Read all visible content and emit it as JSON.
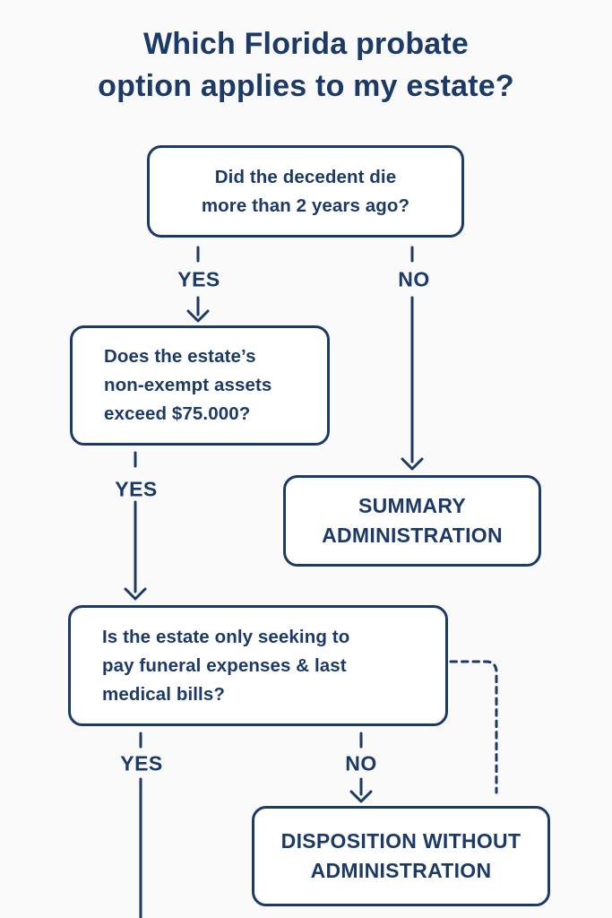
{
  "colors": {
    "navy": "#1c3a67",
    "background": "#fafafa",
    "box_fill": "#ffffff"
  },
  "title": {
    "line1": "Which Florida probate",
    "line2": "option applies to my estate?"
  },
  "nodes": {
    "q1": {
      "lines": [
        "Did the decedent die",
        "more than 2 years ago?"
      ]
    },
    "q2": {
      "lines": [
        "Does the estate’s",
        "non-exempt assets",
        "exceed $75.000?"
      ]
    },
    "q3": {
      "lines": [
        "Is the estate only seeking to",
        "pay funeral expenses & last",
        "medical bills?"
      ]
    },
    "summary": {
      "lines": [
        "SUMMARY",
        "ADMINISTRATION"
      ]
    },
    "disposition": {
      "lines": [
        "DISPOSITION WITHOUT",
        "ADMINISTRATION"
      ]
    }
  },
  "labels": {
    "q1_yes": "YES",
    "q1_no": "NO",
    "q2_yes": "YES",
    "q3_yes": "YES",
    "q3_no": "NO"
  }
}
